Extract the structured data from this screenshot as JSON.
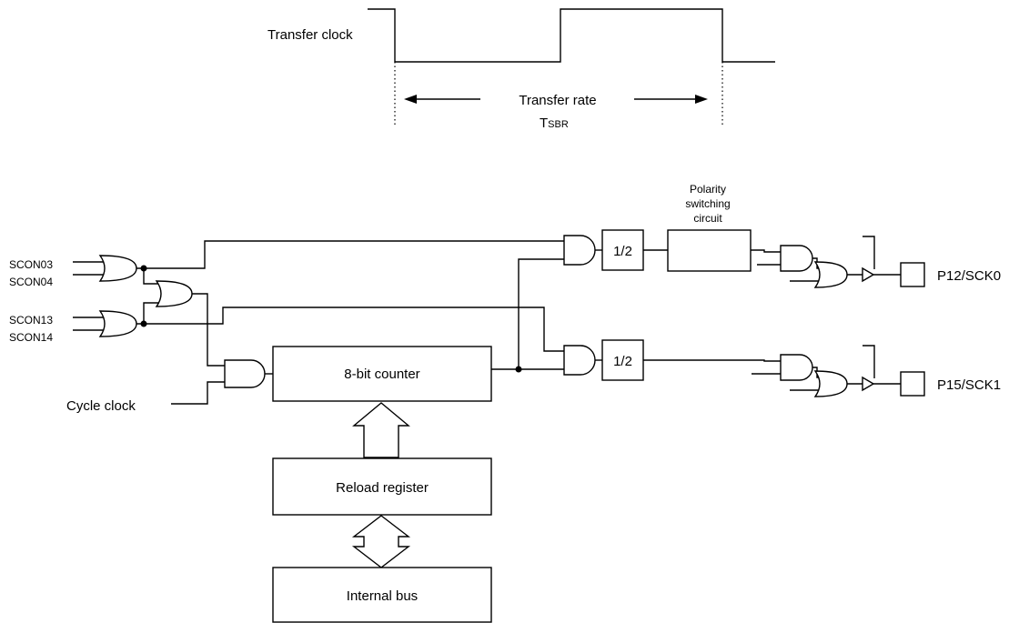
{
  "timing": {
    "clock_label": "Transfer clock",
    "rate_label": "Transfer rate",
    "symbol_main": "T",
    "symbol_sub": "SBR"
  },
  "inputs": {
    "scon03": "SCON03",
    "scon04": "SCON04",
    "scon13": "SCON13",
    "scon14": "SCON14",
    "cycle_clock": "Cycle clock"
  },
  "blocks": {
    "counter": "8-bit counter",
    "reload": "Reload register",
    "bus": "Internal bus",
    "divider_top": "1/2",
    "divider_bottom": "1/2",
    "polarity_line1": "Polarity",
    "polarity_line2": "switching",
    "polarity_line3": "circuit"
  },
  "outputs": {
    "sck0": "P12/SCK0",
    "sck1": "P15/SCK1"
  }
}
